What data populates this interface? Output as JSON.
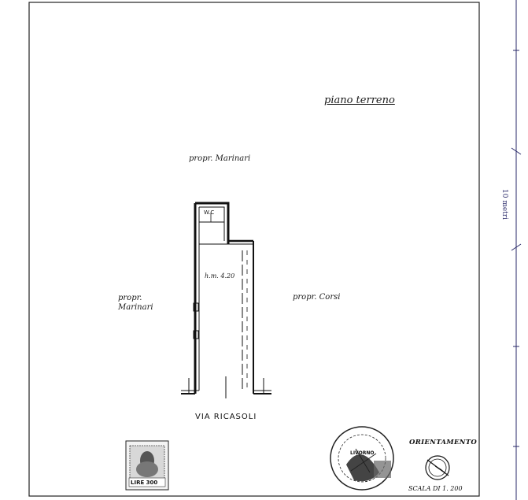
{
  "plan": {
    "title": "piano terreno",
    "neighbor_north": "propr. Marinari",
    "neighbor_east": "propr. Corsi",
    "neighbor_west_line1": "propr.",
    "neighbor_west_line2": "Marinari",
    "street": "VIA RICASOLI",
    "room_wc": "W.C",
    "height_label": "h.m. 4.20"
  },
  "legend": {
    "orientation_label": "ORIENTAMENTO",
    "scale_label": "SCALA DI 1. 200"
  },
  "ruler": {
    "label": "10 metri"
  },
  "stamp": {
    "price": "LIRE 300"
  },
  "seal": {
    "text": "LIVORNO"
  },
  "colors": {
    "ink": "#1a1a1a",
    "ruler": "#2a2a6a"
  }
}
